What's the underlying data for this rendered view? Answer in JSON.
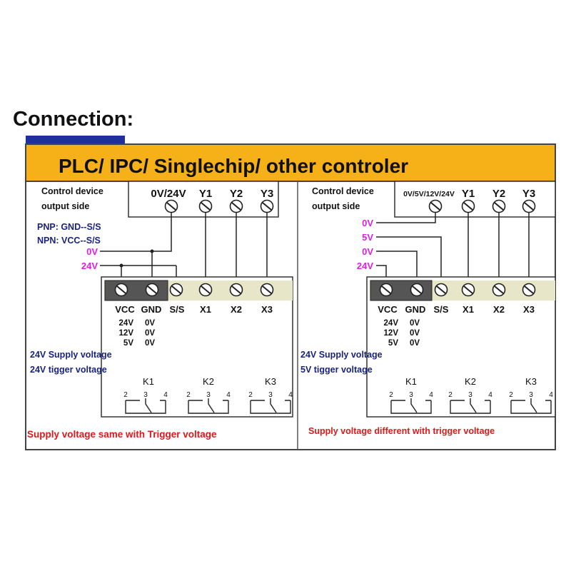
{
  "title": "Connection:",
  "banner": "PLC/ IPC/ Singlechip/ other controler",
  "colors": {
    "banner": "#f7b118",
    "accent_bar": "#1f2f9c",
    "terminal_strip": "#e8e6c8",
    "label_blue": "#1a237e",
    "label_magenta": "#e020e0",
    "caption_red": "#e01818"
  },
  "left": {
    "control_label_1": "Control device",
    "control_label_2": "output side",
    "ctrl_terminals": [
      "0V/24V",
      "Y1",
      "Y2",
      "Y3"
    ],
    "pnp": "PNP: GND--S/S",
    "npn": "NPN: VCC--S/S",
    "rails": [
      "0V",
      "24V"
    ],
    "module_terminals": [
      "VCC",
      "GND",
      "S/S",
      "X1",
      "X2",
      "X3"
    ],
    "voltage_table": [
      [
        "24V",
        "0V"
      ],
      [
        "12V",
        "0V"
      ],
      [
        "5V",
        "0V"
      ]
    ],
    "supply_voltage": "24V Supply voltage",
    "trigger_voltage": "24V tigger voltage",
    "relays": [
      "K1",
      "K2",
      "K3"
    ],
    "pins": [
      "2",
      "3",
      "4"
    ],
    "caption": "Supply voltage same with Trigger voltage"
  },
  "right": {
    "control_label_1": "Control device",
    "control_label_2": "output side",
    "ctrl_terminals": [
      "0V/5V/12V/24V",
      "Y1",
      "Y2",
      "Y3"
    ],
    "rails": [
      "0V",
      "5V",
      "0V",
      "24V"
    ],
    "module_terminals": [
      "VCC",
      "GND",
      "S/S",
      "X1",
      "X2",
      "X3"
    ],
    "voltage_table": [
      [
        "24V",
        "0V"
      ],
      [
        "12V",
        "0V"
      ],
      [
        "5V",
        "0V"
      ]
    ],
    "supply_voltage": "24V Supply voltage",
    "trigger_voltage": "5V tigger voltage",
    "relays": [
      "K1",
      "K2",
      "K3"
    ],
    "pins": [
      "2",
      "3",
      "4"
    ],
    "caption": "Supply  voltage different with trigger voltage"
  }
}
